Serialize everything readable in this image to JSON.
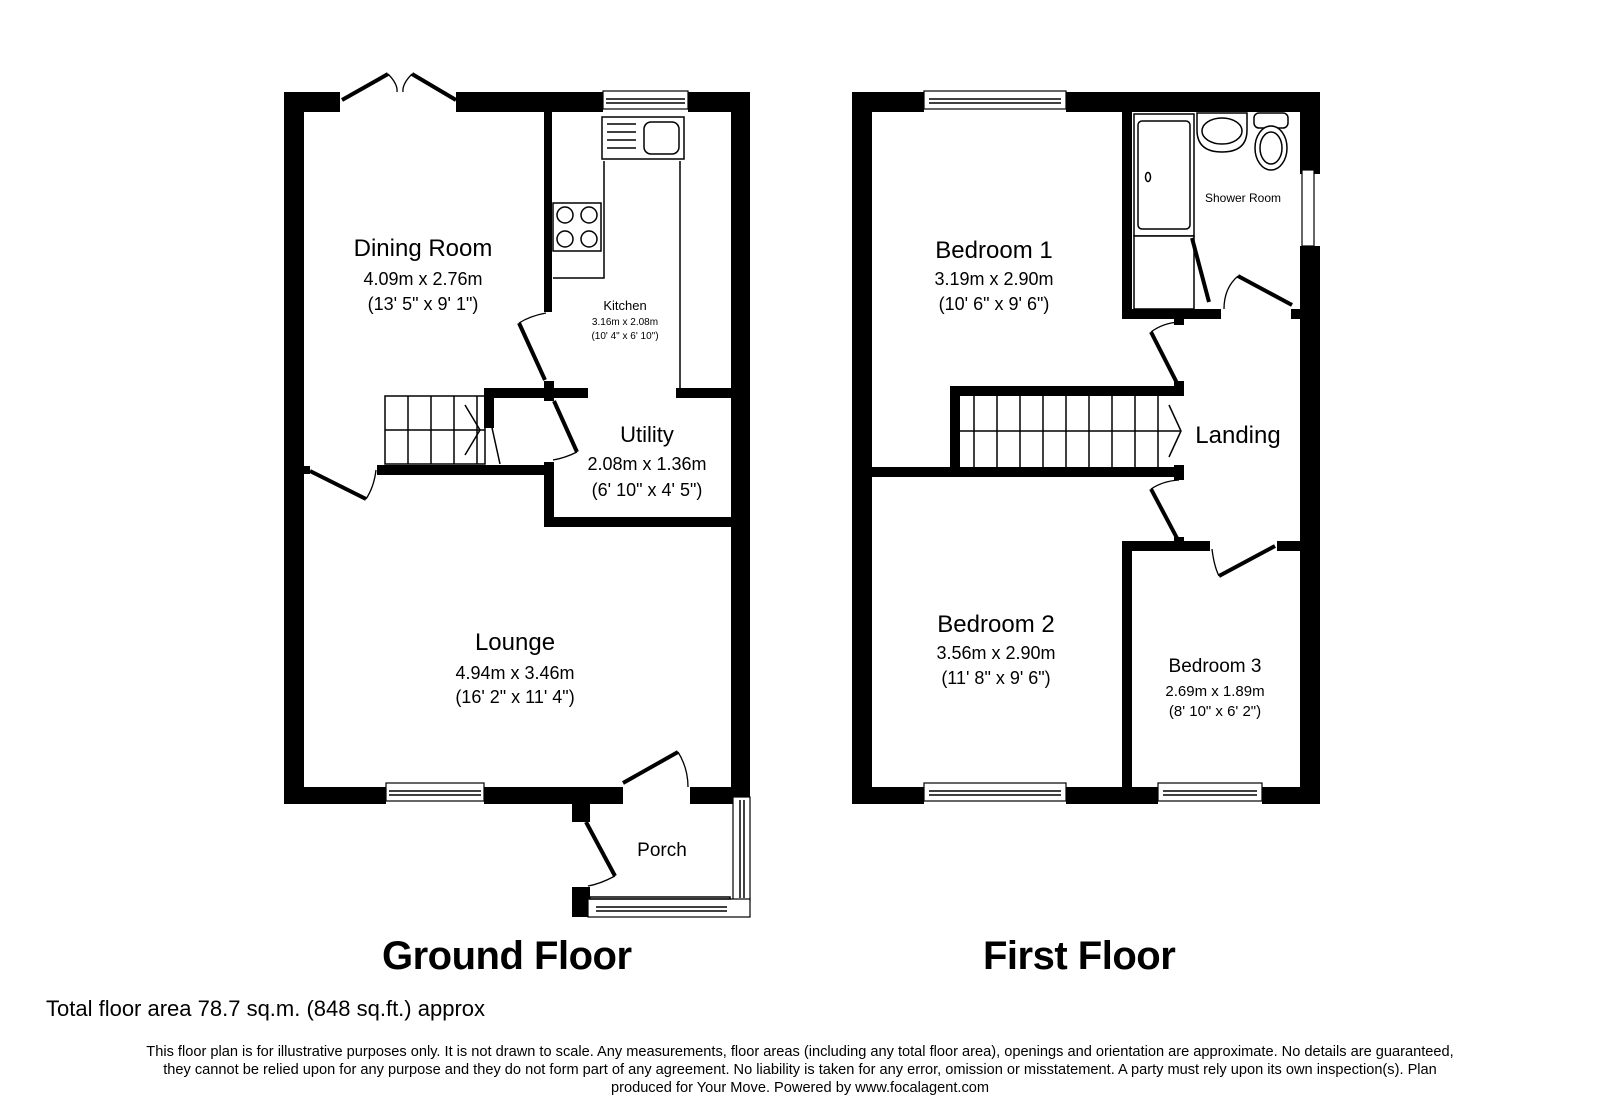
{
  "floors": [
    {
      "title": "Ground Floor",
      "rooms": [
        {
          "name": "Dining Room",
          "metric": "4.09m x 2.76m",
          "imperial": "(13' 5\" x 9' 1\")"
        },
        {
          "name": "Kitchen",
          "metric": "3.16m x 2.08m",
          "imperial": "(10' 4\" x 6' 10\")"
        },
        {
          "name": "Utility",
          "metric": "2.08m x 1.36m",
          "imperial": "(6' 10\" x 4' 5\")"
        },
        {
          "name": "Lounge",
          "metric": "4.94m x 3.46m",
          "imperial": "(16' 2\" x 11' 4\")"
        },
        {
          "name": "Porch"
        }
      ]
    },
    {
      "title": "First Floor",
      "rooms": [
        {
          "name": "Bedroom 1",
          "metric": "3.19m x 2.90m",
          "imperial": "(10' 6\" x 9' 6\")"
        },
        {
          "name": "Shower Room"
        },
        {
          "name": "Landing"
        },
        {
          "name": "Bedroom 2",
          "metric": "3.56m x 2.90m",
          "imperial": "(11' 8\" x 9' 6\")"
        },
        {
          "name": "Bedroom 3",
          "metric": "2.69m x 1.89m",
          "imperial": "(8' 10\" x 6' 2\")"
        }
      ]
    }
  ],
  "total_area": "Total floor area 78.7 sq.m. (848 sq.ft.) approx",
  "disclaimer": {
    "line1": "This floor plan is for illustrative purposes only. It is not drawn to scale. Any measurements, floor areas (including any total floor area), openings and orientation are approximate. No details are guaranteed,",
    "line2": "they cannot be relied upon for any purpose and they do not form part of any agreement. No liability is taken for any error, omission or misstatement. A party must rely upon its own inspection(s).  Plan",
    "line3": "produced for Your Move. Powered by www.focalagent.com"
  },
  "colors": {
    "wall": "#000000",
    "background": "#ffffff"
  }
}
